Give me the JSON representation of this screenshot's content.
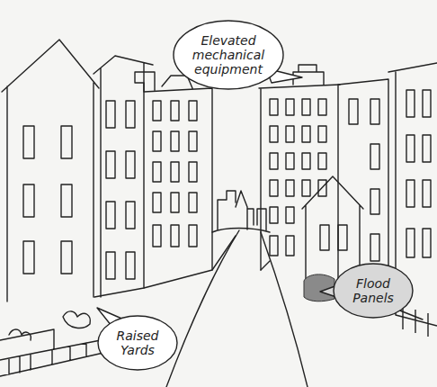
{
  "diagram": {
    "nodes": [
      {
        "text": [
          "Elevated mechanical equipment"
        ]
      },
      {
        "text": [
          "Flood Panels"
        ]
      },
      {
        "text": [
          "Raised Yards"
        ]
      }
    ]
  }
}
